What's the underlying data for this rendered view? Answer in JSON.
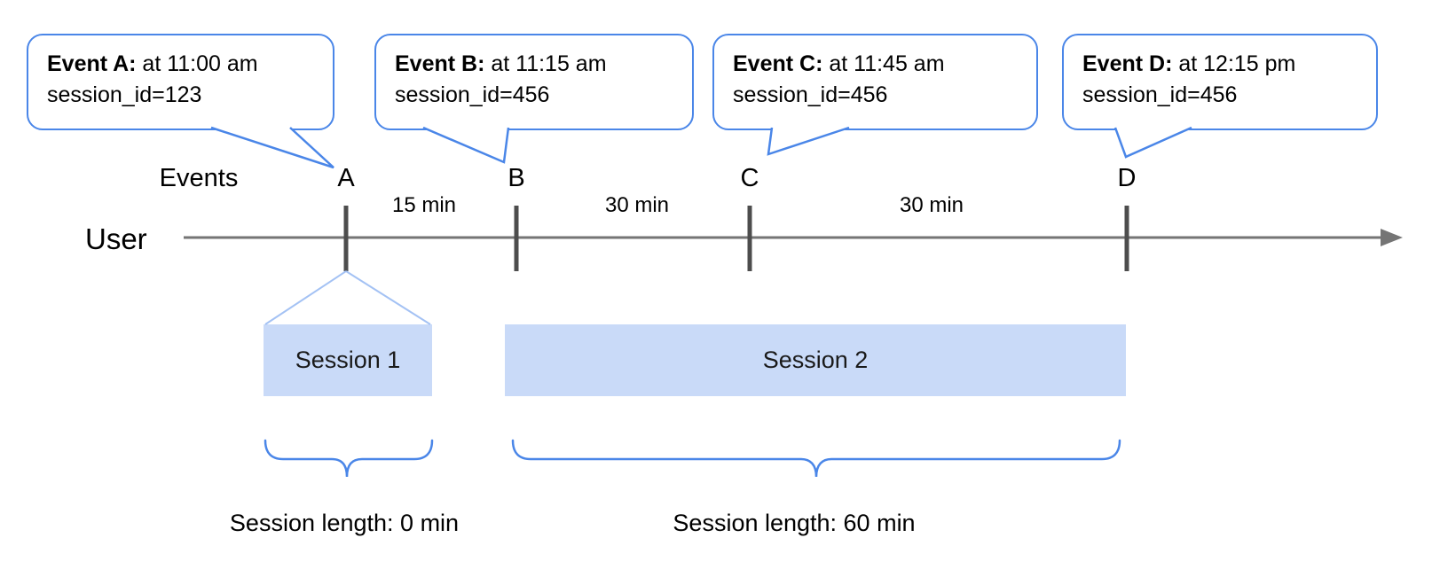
{
  "colors": {
    "bubble_border": "#4a86e8",
    "session_fill": "#c9daf8",
    "funnel_line": "#a4c2f4",
    "brace": "#4a86e8",
    "timeline": "#757575",
    "tick": "#4d4d4d",
    "text": "#000000"
  },
  "labels": {
    "events_axis": "Events",
    "user_axis": "User"
  },
  "events": [
    {
      "label": "A",
      "bubble_bold": "Event A:",
      "bubble_rest": " at 11:00 am",
      "bubble_line2": "session_id=123"
    },
    {
      "label": "B",
      "bubble_bold": "Event B:",
      "bubble_rest": " at 11:15 am",
      "bubble_line2": "session_id=456"
    },
    {
      "label": "C",
      "bubble_bold": "Event C:",
      "bubble_rest": " at 11:45 am",
      "bubble_line2": "session_id=456"
    },
    {
      "label": "D",
      "bubble_bold": "Event D:",
      "bubble_rest": " at 12:15 pm",
      "bubble_line2": "session_id=456"
    }
  ],
  "intervals": [
    {
      "label": "15 min"
    },
    {
      "label": "30 min"
    },
    {
      "label": "30 min"
    }
  ],
  "sessions": [
    {
      "label": "Session 1",
      "length_label": "Session length: 0 min"
    },
    {
      "label": "Session 2",
      "length_label": "Session length: 60 min"
    }
  ]
}
